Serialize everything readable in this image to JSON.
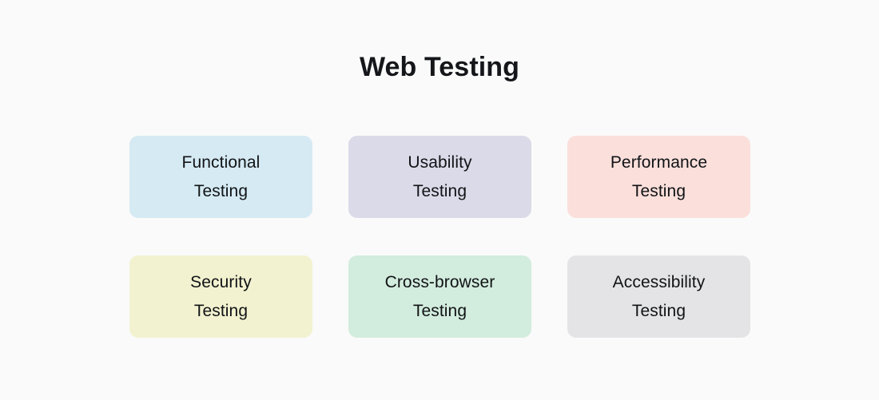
{
  "page": {
    "background_color": "#fafafa",
    "title": "Web Testing",
    "title_color": "#14161a"
  },
  "cards": [
    {
      "name": "functional-testing",
      "label": "Functional\nTesting",
      "line1": "Functional",
      "line2": "Testing",
      "color": "#d5eaf3",
      "text_color": "#111316",
      "row": 1,
      "column": 1
    },
    {
      "name": "usability-testing",
      "label": "Usability\nTesting",
      "line1": "Usability",
      "line2": "Testing",
      "color": "#dadae8",
      "text_color": "#111316",
      "row": 1,
      "column": 2
    },
    {
      "name": "performance-testing",
      "label": "Performance\nTesting",
      "line1": "Performance",
      "line2": "Testing",
      "color": "#fadfdb",
      "text_color": "#111316",
      "row": 1,
      "column": 3
    },
    {
      "name": "security-testing",
      "label": "Security\nTesting",
      "line1": "Security",
      "line2": "Testing",
      "color": "#f2f2d0",
      "text_color": "#111316",
      "row": 2,
      "column": 1
    },
    {
      "name": "cross-browser-testing",
      "label": "Cross-browser\nTesting",
      "line1": "Cross-browser",
      "line2": "Testing",
      "color": "#d2ecdd",
      "text_color": "#111316",
      "row": 2,
      "column": 2
    },
    {
      "name": "accessibility-testing",
      "label": "Accessibility\nTesting",
      "line1": "Accessibility",
      "line2": "Testing",
      "color": "#e4e4e7",
      "text_color": "#111316",
      "row": 2,
      "column": 3
    }
  ]
}
